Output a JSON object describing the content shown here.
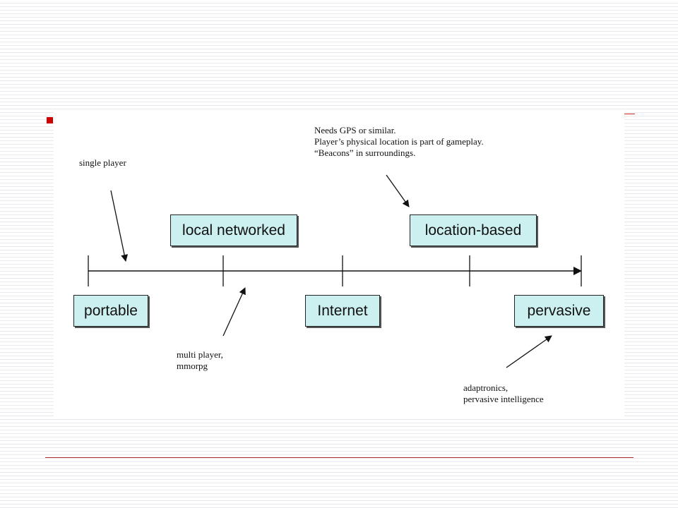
{
  "diagram": {
    "stages": {
      "portable": "portable",
      "local_networked": "local networked",
      "internet": "Internet",
      "location_based": "location-based",
      "pervasive": "pervasive"
    },
    "notes": {
      "single_player": "single player",
      "multi_player": [
        "multi player,",
        "mmorpg"
      ],
      "gps": [
        "Needs GPS or similar.",
        "Player’s physical location is part of gameplay.",
        "“Beacons” in surroundings."
      ],
      "adaptronics": [
        "adaptronics,",
        "pervasive intelligence"
      ]
    }
  },
  "colors": {
    "box_fill": "#cceff0",
    "accent": "#cc0000"
  }
}
